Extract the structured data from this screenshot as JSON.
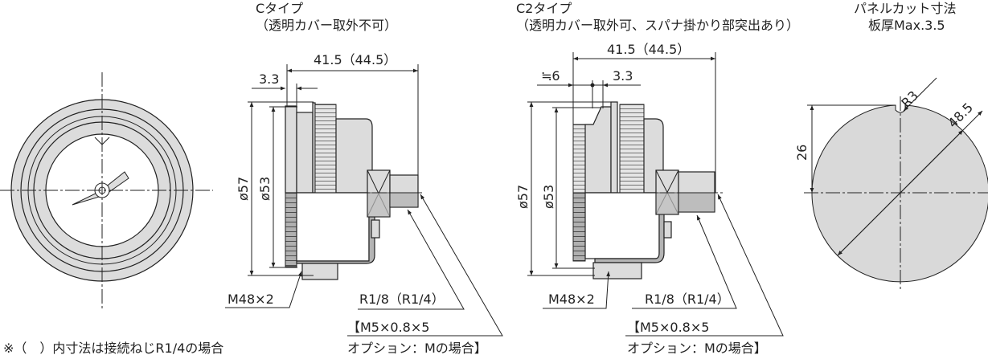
{
  "c_type": {
    "title": "Cタイプ",
    "subtitle": "（透明カバー取外不可）",
    "dim_length": "41.5（44.5）",
    "dim_cover": "3.3",
    "dim_outer_dia": "ø57",
    "dim_inner_dia": "ø53",
    "thread_label": "M48×2",
    "port_label": "R1/8（R1/4）",
    "option_line1": "【M5×0.8×5",
    "option_line2": "オプション：Mの場合】"
  },
  "c2_type": {
    "title": "C2タイプ",
    "subtitle": "（透明カバー取外可、スパナ掛かり部突出あり）",
    "dim_length": "41.5（44.5）",
    "dim_wrench": "≒6",
    "dim_cover": "3.3",
    "dim_outer_dia": "ø57",
    "dim_inner_dia": "ø53",
    "thread_label": "M48×2",
    "port_label": "R1/8（R1/4）",
    "option_line1": "【M5×0.8×5",
    "option_line2": "オプション：Mの場合】"
  },
  "panel_cut": {
    "title": "パネルカット寸法",
    "subtitle": "板厚Max.3.5",
    "dim_radius": "R3",
    "dim_diameter": "48.5",
    "dim_offset": "26"
  },
  "footnote": "※（　）内寸法は接続ねじR1/4の場合"
}
